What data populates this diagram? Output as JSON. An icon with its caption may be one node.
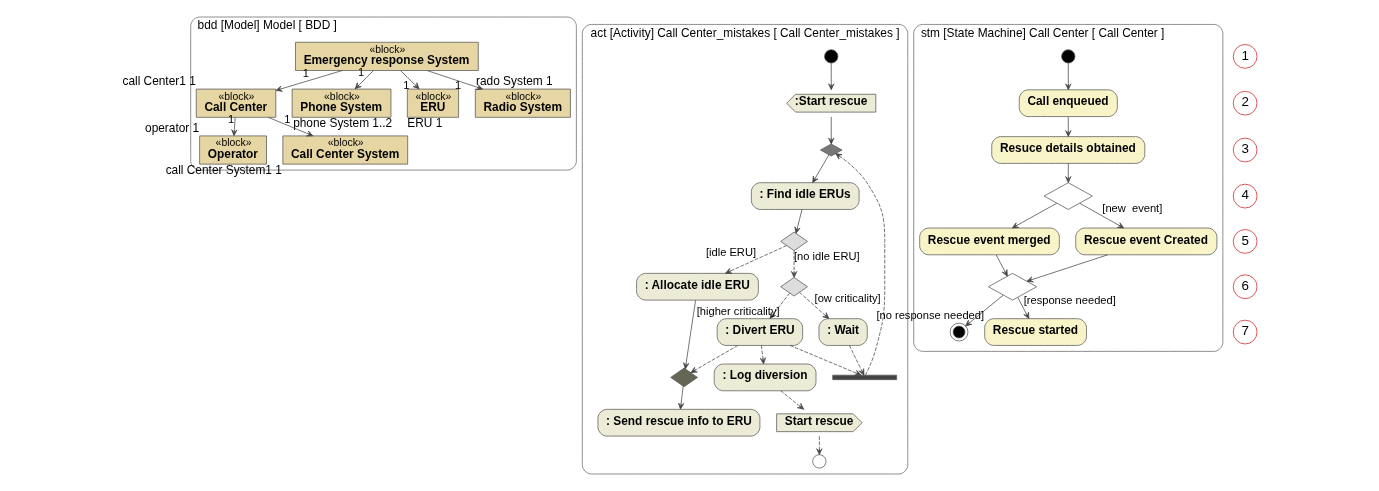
{
  "diagram": {
    "nodes": [
      {
        "text": [
          "bdd [Model] Model [ BDD ]"
        ]
      },
      {
        "text": [
          "«block»",
          "Emergency response System"
        ],
        "in": 0
      },
      {
        "text": [
          "«block»",
          "Call Center"
        ],
        "in": 0,
        "beside": [
          "call Center1",
          "1"
        ]
      },
      {
        "text": [
          "«block»",
          "Phone System"
        ],
        "in": 0,
        "beside": [
          "phone System",
          "1..2"
        ]
      },
      {
        "text": [
          "«block»",
          "ERU"
        ],
        "in": 0,
        "beside": [
          "ERU",
          "1"
        ]
      },
      {
        "text": [
          "«block»",
          "Radio System"
        ],
        "in": 0,
        "beside": [
          "rado System",
          "1"
        ]
      },
      {
        "text": [
          "«block»",
          "Operator"
        ],
        "in": 0,
        "beside": [
          "operator",
          "1"
        ]
      },
      {
        "text": [
          "«block»",
          "Call Center System"
        ],
        "in": 0,
        "beside": [
          "call Center System1",
          "1"
        ]
      },
      {
        "text": [
          "act [Activity] Call Center_mistakes [ Call Center_mistakes ]"
        ]
      },
      {
        "text": [],
        "shape": "circle",
        "in": 8
      },
      {
        "text": [
          ":Start rescue"
        ],
        "in": 8
      },
      {
        "text": [],
        "shape": "diamond",
        "in": 8
      },
      {
        "text": [
          ": Find idle ERUs"
        ],
        "in": 8
      },
      {
        "text": [],
        "shape": "diamond",
        "in": 8
      },
      {
        "text": [],
        "shape": "diamond",
        "in": 8
      },
      {
        "text": [
          ": Allocate idle ERU"
        ],
        "in": 8
      },
      {
        "text": [
          ": Wait"
        ],
        "in": 8
      },
      {
        "text": [],
        "shape": "diamond",
        "in": 8
      },
      {
        "text": [
          ": Divert ERU"
        ],
        "in": 8
      },
      {
        "text": [
          ": Send rescue info to ERU"
        ],
        "in": 8
      },
      {
        "text": [
          ": Log diversion"
        ],
        "in": 8
      },
      {
        "text": [],
        "shape": "bar",
        "in": 8
      },
      {
        "text": [
          "Start rescue"
        ],
        "in": 8
      },
      {
        "text": [],
        "shape": "circle",
        "in": 8
      },
      {
        "text": [
          "stm [State Machine] Call Center [ Call Center ]"
        ]
      },
      {
        "text": [],
        "shape": "circle",
        "in": 24
      },
      {
        "text": [
          "Call enqueued"
        ],
        "in": 24
      },
      {
        "text": [
          "Resuce details obtained"
        ],
        "in": 24
      },
      {
        "text": [],
        "shape": "diamond",
        "in": 24
      },
      {
        "text": [
          "Rescue event merged"
        ],
        "in": 24
      },
      {
        "text": [
          "Rescue event Created"
        ],
        "in": 24
      },
      {
        "text": [],
        "shape": "diamond",
        "in": 24
      },
      {
        "text": [],
        "shape": "circle",
        "in": 24
      },
      {
        "text": [
          "Rescue started"
        ],
        "in": 24
      }
    ],
    "edges": [
      {
        "from": 1,
        "to": 2,
        "arrow": "to",
        "label": "1"
      },
      {
        "from": 1,
        "to": 3,
        "arrow": "to",
        "label": "1"
      },
      {
        "from": 1,
        "to": 4,
        "arrow": "to",
        "label": "1"
      },
      {
        "from": 1,
        "to": 5,
        "arrow": "to",
        "label": "1"
      },
      {
        "from": 2,
        "to": 6,
        "arrow": "to",
        "label": "1"
      },
      {
        "from": 2,
        "to": 7,
        "arrow": "to",
        "label": "1"
      },
      {
        "from": 9,
        "to": 10,
        "arrow": "to"
      },
      {
        "from": 10,
        "to": 11,
        "arrow": "to"
      },
      {
        "from": 11,
        "to": 12,
        "arrow": "to"
      },
      {
        "from": 12,
        "to": 13,
        "arrow": "to"
      },
      {
        "from": 13,
        "to": 15,
        "arrow": "to",
        "label": "[idle ERU]",
        "style": "dashed"
      },
      {
        "from": 13,
        "to": 14,
        "arrow": "to",
        "label": "[no idle ERU]",
        "style": "dashed"
      },
      {
        "from": 14,
        "to": 16,
        "arrow": "to",
        "label": "[ow criticality]",
        "style": "dashed"
      },
      {
        "from": 14,
        "to": 18,
        "arrow": "to",
        "label": "[higher criticality]",
        "style": "dashed"
      },
      {
        "from": 15,
        "to": 17,
        "arrow": "to"
      },
      {
        "from": 18,
        "to": 17,
        "arrow": "to",
        "style": "dashed"
      },
      {
        "from": 17,
        "to": 19,
        "arrow": "to"
      },
      {
        "from": 18,
        "to": 20,
        "arrow": "to",
        "style": "dashed"
      },
      {
        "from": 18,
        "to": 21,
        "arrow": "to",
        "style": "dashed"
      },
      {
        "from": 16,
        "to": 21,
        "arrow": "to",
        "style": "dashed"
      },
      {
        "from": 21,
        "to": 11,
        "arrow": "to",
        "style": "dashed"
      },
      {
        "from": 20,
        "to": 22,
        "arrow": "to",
        "style": "dashed"
      },
      {
        "from": 22,
        "to": 23,
        "arrow": "to",
        "style": "dashed"
      },
      {
        "from": 25,
        "to": 26,
        "arrow": "to"
      },
      {
        "from": 26,
        "to": 27,
        "arrow": "to"
      },
      {
        "from": 27,
        "to": 28,
        "arrow": "to"
      },
      {
        "from": 28,
        "to": 29,
        "arrow": "to"
      },
      {
        "from": 28,
        "to": 30,
        "arrow": "to",
        "label": "[new  event]"
      },
      {
        "from": 29,
        "to": 31,
        "arrow": "to"
      },
      {
        "from": 30,
        "to": 31,
        "arrow": "to"
      },
      {
        "from": 31,
        "to": 32,
        "arrow": "to",
        "label": "[no response needed]"
      },
      {
        "from": 31,
        "to": 33,
        "arrow": "to",
        "label": "[response needed]"
      }
    ],
    "labels": [
      "1",
      "2",
      "3",
      "4",
      "5",
      "6",
      "7"
    ]
  }
}
